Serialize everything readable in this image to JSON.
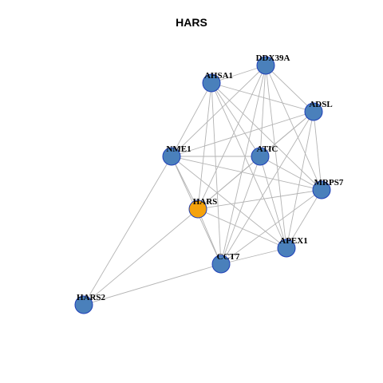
{
  "title": "HARS",
  "colors": {
    "node": "#4a80bb",
    "center": "#f5a20c",
    "edge": "#b3b3b3",
    "border": "#1f3fb8"
  },
  "nodes": [
    {
      "id": "DDX39A",
      "label": "DDX39A",
      "highlight": false
    },
    {
      "id": "AHSA1",
      "label": "AHSA1",
      "highlight": false
    },
    {
      "id": "ADSL",
      "label": "ADSL",
      "highlight": false
    },
    {
      "id": "NME1",
      "label": "NME1",
      "highlight": false
    },
    {
      "id": "ATIC",
      "label": "ATIC",
      "highlight": false
    },
    {
      "id": "MRPS7",
      "label": "MRPS7",
      "highlight": false
    },
    {
      "id": "HARS",
      "label": "HARS",
      "highlight": true
    },
    {
      "id": "APEX1",
      "label": "APEX1",
      "highlight": false
    },
    {
      "id": "CCT7",
      "label": "CCT7",
      "highlight": false
    },
    {
      "id": "HARS2",
      "label": "HARS2",
      "highlight": false
    }
  ],
  "edges": [
    [
      "DDX39A",
      "AHSA1"
    ],
    [
      "DDX39A",
      "ADSL"
    ],
    [
      "DDX39A",
      "ATIC"
    ],
    [
      "DDX39A",
      "MRPS7"
    ],
    [
      "DDX39A",
      "APEX1"
    ],
    [
      "DDX39A",
      "CCT7"
    ],
    [
      "DDX39A",
      "HARS"
    ],
    [
      "DDX39A",
      "NME1"
    ],
    [
      "AHSA1",
      "ADSL"
    ],
    [
      "AHSA1",
      "NME1"
    ],
    [
      "AHSA1",
      "ATIC"
    ],
    [
      "AHSA1",
      "MRPS7"
    ],
    [
      "AHSA1",
      "APEX1"
    ],
    [
      "AHSA1",
      "CCT7"
    ],
    [
      "AHSA1",
      "HARS"
    ],
    [
      "ADSL",
      "ATIC"
    ],
    [
      "ADSL",
      "MRPS7"
    ],
    [
      "ADSL",
      "APEX1"
    ],
    [
      "ADSL",
      "CCT7"
    ],
    [
      "ADSL",
      "HARS"
    ],
    [
      "ADSL",
      "NME1"
    ],
    [
      "NME1",
      "ATIC"
    ],
    [
      "NME1",
      "MRPS7"
    ],
    [
      "NME1",
      "HARS"
    ],
    [
      "NME1",
      "CCT7"
    ],
    [
      "NME1",
      "APEX1"
    ],
    [
      "NME1",
      "HARS2"
    ],
    [
      "ATIC",
      "MRPS7"
    ],
    [
      "ATIC",
      "APEX1"
    ],
    [
      "ATIC",
      "CCT7"
    ],
    [
      "ATIC",
      "HARS"
    ],
    [
      "MRPS7",
      "HARS"
    ],
    [
      "MRPS7",
      "APEX1"
    ],
    [
      "MRPS7",
      "CCT7"
    ],
    [
      "HARS",
      "APEX1"
    ],
    [
      "HARS",
      "CCT7"
    ],
    [
      "HARS",
      "HARS2"
    ],
    [
      "APEX1",
      "CCT7"
    ],
    [
      "CCT7",
      "HARS2"
    ]
  ]
}
